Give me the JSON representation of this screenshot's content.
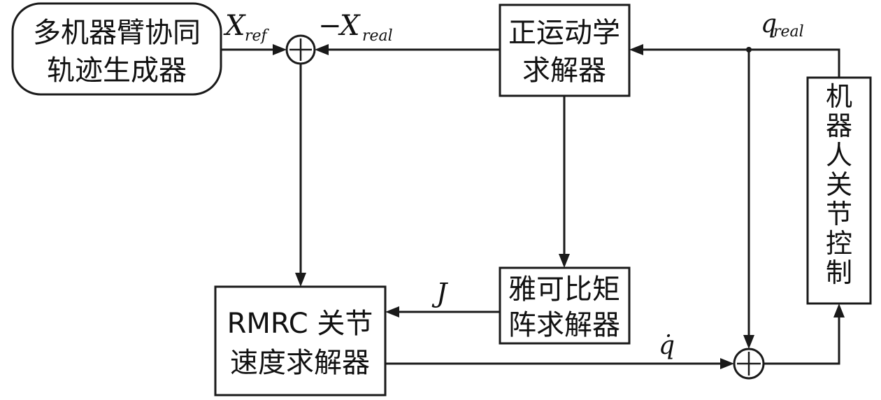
{
  "blocks": {
    "trajectory_generator": [
      "多机器臂协同",
      "轨迹生成器"
    ],
    "forward_kinematics": [
      "正运动学",
      "求解器"
    ],
    "jacobian_solver": [
      "雅可比矩",
      "阵求解器"
    ],
    "rmrc_solver": [
      "RMRC 关节",
      "速度求解器"
    ],
    "joint_control": [
      "机",
      "器",
      "人",
      "关",
      "节",
      "控",
      "制"
    ]
  },
  "signals": {
    "x_ref": {
      "main": "X",
      "sub": "ref"
    },
    "neg_x_real": {
      "sign": "−",
      "main": "X",
      "sub": "real"
    },
    "q_real": {
      "main": "q",
      "sub": "real"
    },
    "jacobian": "J",
    "q_dot": "q̇"
  }
}
